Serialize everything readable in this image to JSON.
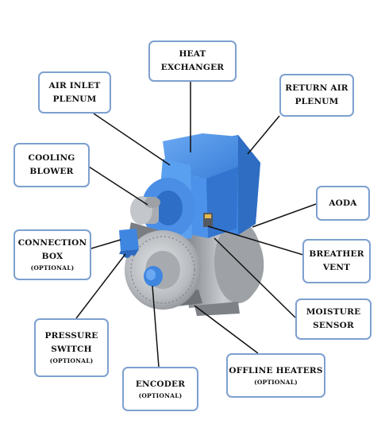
{
  "labels": {
    "heat_exchanger": {
      "lines": [
        "HEAT",
        "EXCHANGER"
      ]
    },
    "air_inlet_plenum": {
      "lines": [
        "AIR INLET",
        "PLENUM"
      ]
    },
    "return_air_plenum": {
      "lines": [
        "RETURN AIR",
        "PLENUM"
      ]
    },
    "cooling_blower": {
      "lines": [
        "COOLING",
        "BLOWER"
      ]
    },
    "aoda": {
      "lines": [
        "AODA"
      ]
    },
    "connection_box": {
      "lines": [
        "CONNECTION",
        "BOX"
      ],
      "note": "(OPTIONAL)"
    },
    "breather_vent": {
      "lines": [
        "BREATHER",
        "VENT"
      ]
    },
    "moisture_sensor": {
      "lines": [
        "MOISTURE",
        "SENSOR"
      ]
    },
    "pressure_switch": {
      "lines": [
        "PRESSURE",
        "SWITCH"
      ],
      "note": "(OPTIONAL)"
    },
    "offline_heaters": {
      "lines": [
        "OFFLINE HEATERS"
      ],
      "note": "(OPTIONAL)"
    },
    "encoder": {
      "lines": [
        "ENCODER"
      ],
      "note": "(OPTIONAL)"
    }
  },
  "colors": {
    "box_border": "#7da0cf",
    "housing_blue": "#4a90e8",
    "housing_shadow": "#2f6fc4",
    "motor_grey": "#b9bcc0",
    "motor_dark": "#8a8e93",
    "leader_line": "#111111"
  }
}
